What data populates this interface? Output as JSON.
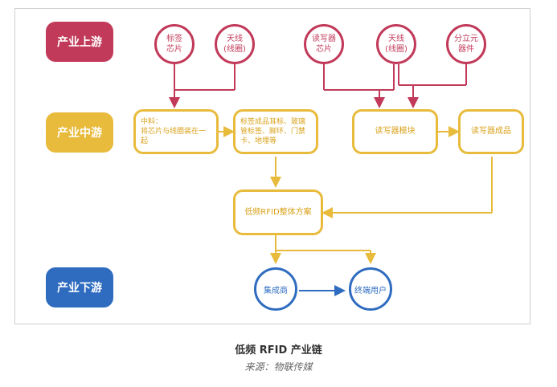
{
  "stages": {
    "upstream": "产业上游",
    "midstream": "产业中游",
    "downstream": "产业下游"
  },
  "upstream_nodes": {
    "tag_chip": "标签\n芯片",
    "antenna1": "天线\n(线圈)",
    "reader_chip": "读写器\n芯片",
    "antenna2": "天线\n(线圈)",
    "discrete": "分立元\n器件"
  },
  "midstream_nodes": {
    "inlay": "中料：\n将芯片与线圈装在一起",
    "tag_products": "标签成品耳标、玻璃管标签、脚环、门禁卡、地埋等",
    "reader_module": "读写器模块",
    "reader_product": "读写器成品",
    "solution": "低频RFID整体方案"
  },
  "downstream_nodes": {
    "integrator": "集成商",
    "end_user": "终端用户"
  },
  "caption": {
    "title": "低频 RFID 产业链",
    "source": "来源：物联传媒"
  },
  "colors": {
    "upstream": "#c23a5a",
    "midstream": "#e8bb3c",
    "downstream": "#2f6cc0",
    "connector_upstream": "#c23a5a",
    "connector_midstream": "#e8bb3c",
    "connector_downstream": "#2f6cc0"
  }
}
